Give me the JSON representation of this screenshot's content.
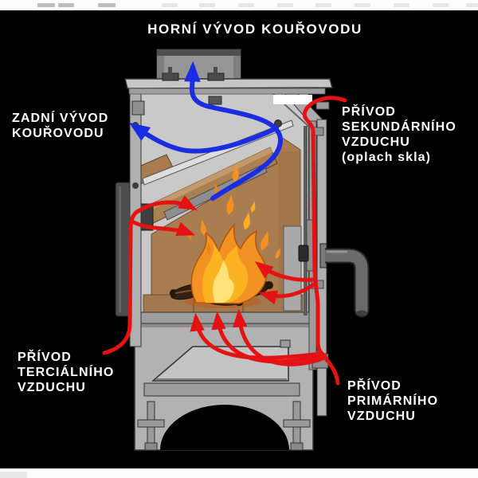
{
  "title": "HORNÍ VÝVOD KOUŘOVODU",
  "labels": {
    "rear_outlet": "ZADNÍ VÝVOD\nKOUŘOVODU",
    "secondary_air": "PŘÍVOD\nSEKUNDÁRNÍHO\nVZDUCHU\n(oplach skla)",
    "tertiary_air": "PŘÍVOD\nTERCIÁLNÍHO\nVZDUCHU",
    "primary_air": "PŘÍVOD\nPRIMÁRNÍHO\nVZDUCHU"
  },
  "colors": {
    "background": "#000000",
    "label_text": "#ffffff",
    "flue_gas_arrow": "#1b2de0",
    "air_arrow": "#e41212",
    "stove_body": "#b5b5b5",
    "firebrick": "#a97d50",
    "flame_orange": "#f29222",
    "flame_yellow": "#ffd24a"
  },
  "arrows": [
    {
      "name": "flue-gas-to-top-outlet",
      "color": "#1b2de0"
    },
    {
      "name": "flue-gas-to-rear-outlet",
      "color": "#1b2de0"
    },
    {
      "name": "secondary-air-glass-wash",
      "color": "#e41212"
    },
    {
      "name": "tertiary-air-inlet",
      "color": "#e41212"
    },
    {
      "name": "primary-air-through-grate",
      "color": "#e41212"
    }
  ]
}
